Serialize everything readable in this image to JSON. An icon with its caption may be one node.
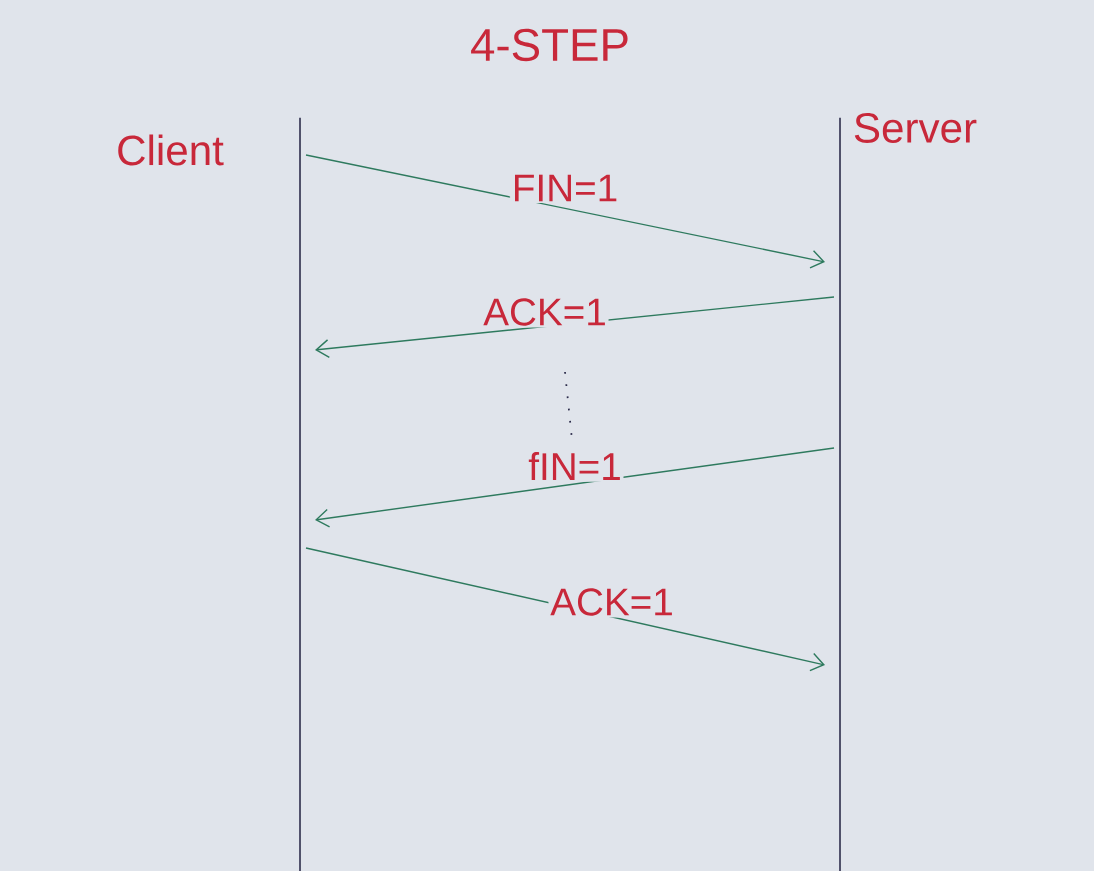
{
  "diagram": {
    "title": "4-STEP",
    "nodes": [
      {
        "text": [
          "Client"
        ]
      },
      {
        "text": [
          "Server"
        ]
      }
    ],
    "edges": [
      {
        "from": 0,
        "to": 1,
        "arrow": "to",
        "label": "FIN=1"
      },
      {
        "from": 1,
        "to": 0,
        "arrow": "to",
        "label": "ACK=1"
      },
      {
        "from": 1,
        "to": 0,
        "arrow": "to",
        "label": "fIN=1"
      },
      {
        "from": 0,
        "to": 1,
        "arrow": "to",
        "label": "ACK=1"
      }
    ]
  }
}
